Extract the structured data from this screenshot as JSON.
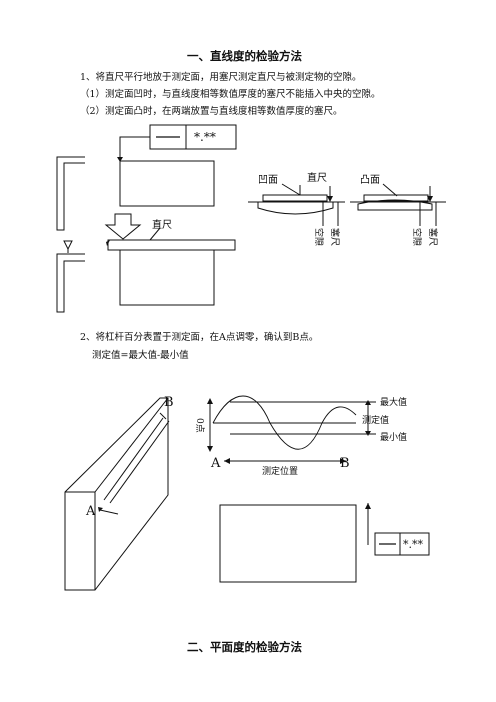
{
  "section1": {
    "title": "一、直线度的检验方法",
    "line1": "1、将直尺平行地放于测定面，用塞尺测定直尺与被测定物的空隙。",
    "line2": "（1）测定面凹时，与直线度相等数值厚度的塞尺不能插入中央的空隙。",
    "line3": "（2）测定面凸时，在两端放置与直线度相等数值厚度的塞尺。"
  },
  "fig1": {
    "tolerance_value": "*.**",
    "ruler_label": "直尺",
    "concave_label": "凹面",
    "convex_label": "凸面",
    "ruler_label_2": "直尺",
    "gap_label": "空隙",
    "feeler_label": "塞尺",
    "gap_label_2": "空隙",
    "feeler_label_2": "塞尺"
  },
  "section2": {
    "line1": "2、将杠杆百分表置于测定面，在A点调零，确认到B点。",
    "line2": "测定值=最大值-最小值"
  },
  "fig2": {
    "point_b": "B",
    "point_a": "A",
    "zero_point": "0点",
    "max_label": "最大值",
    "measured_label": "测定值",
    "min_label": "最小值",
    "axis_a": "A",
    "axis_b": "B",
    "position_label": "测定位置",
    "tolerance_value": "*.**"
  },
  "section3": {
    "title": "二、平面度的检验方法"
  }
}
